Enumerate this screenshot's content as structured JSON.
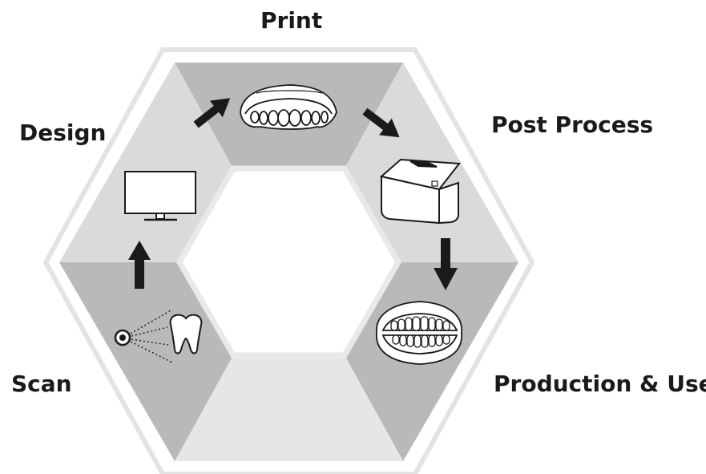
{
  "steps": [
    {
      "id": "scan",
      "label": "Scan",
      "icon": "scanner-tooth-icon"
    },
    {
      "id": "design",
      "label": "Design",
      "icon": "monitor-icon"
    },
    {
      "id": "print",
      "label": "Print",
      "icon": "aligner-icon"
    },
    {
      "id": "post",
      "label": "Post Process",
      "icon": "cure-box-icon"
    },
    {
      "id": "production",
      "label": "Production & Use",
      "icon": "dentures-icon"
    }
  ],
  "colors": {
    "segment_dark": "#b9b9b9",
    "segment_light": "#dadada",
    "segment_lighter": "#e6e6e6",
    "frame": "#e4e4e4",
    "inner_fill": "#ffffff",
    "ink": "#1a1a1a"
  }
}
